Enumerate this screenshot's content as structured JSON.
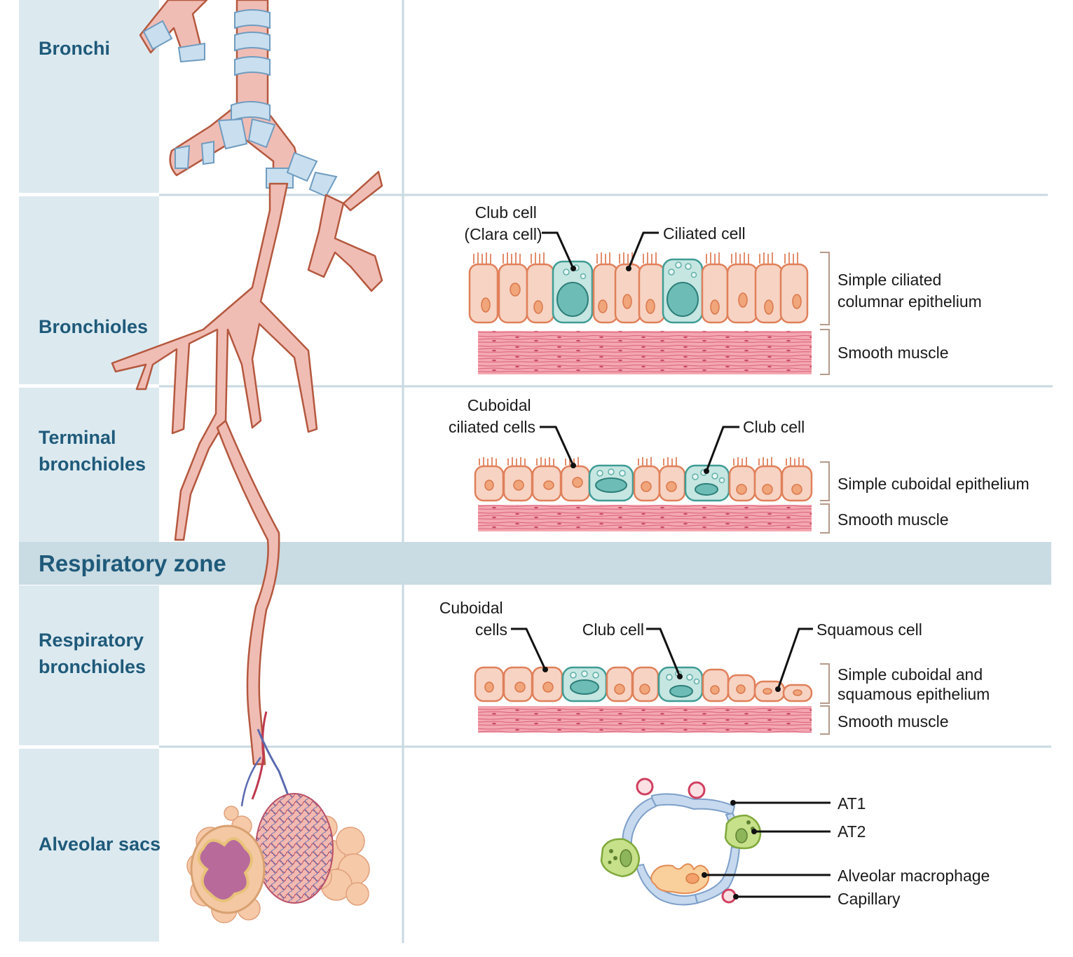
{
  "zones": [
    {
      "id": "bronchi",
      "label_lines": [
        "Bronchi"
      ]
    },
    {
      "id": "bronchioles",
      "label_lines": [
        "Bronchioles"
      ]
    },
    {
      "id": "terminal",
      "label_lines": [
        "Terminal",
        "bronchioles"
      ]
    },
    {
      "id": "respiratory",
      "label_lines": [
        "Respiratory",
        "bronchioles"
      ]
    },
    {
      "id": "alveolar",
      "label_lines": [
        "Alveolar sacs"
      ]
    }
  ],
  "band": {
    "label": "Respiratory zone"
  },
  "bronchioles_panel": {
    "club_cell": [
      "Club cell",
      "(Clara cell)"
    ],
    "ciliated_cell": "Ciliated cell",
    "epithelium": [
      "Simple ciliated",
      "columnar epithelium"
    ],
    "muscle": "Smooth muscle"
  },
  "terminal_panel": {
    "cuboidal": [
      "Cuboidal",
      "ciliated cells"
    ],
    "club_cell": "Club cell",
    "epithelium": "Simple cuboidal epithelium",
    "muscle": "Smooth muscle"
  },
  "respiratory_panel": {
    "cuboidal": [
      "Cuboidal",
      "cells"
    ],
    "club_cell": "Club cell",
    "squamous": "Squamous cell",
    "epithelium": [
      "Simple cuboidal and",
      "squamous epithelium"
    ],
    "muscle": "Smooth muscle"
  },
  "alveolar_panel": {
    "labels": [
      "AT1",
      "AT2",
      "Alveolar macrophage",
      "Capillary"
    ]
  },
  "colors": {
    "zone_bg": "#dceaf0",
    "band_bg": "#c9dbe3",
    "label_blue": "#1f5a7a",
    "cell_fill": "#f7d3c3",
    "club_fill": "#c6e6e2",
    "muscle": "#ef9aa6",
    "airway": "#f0bdb5"
  }
}
